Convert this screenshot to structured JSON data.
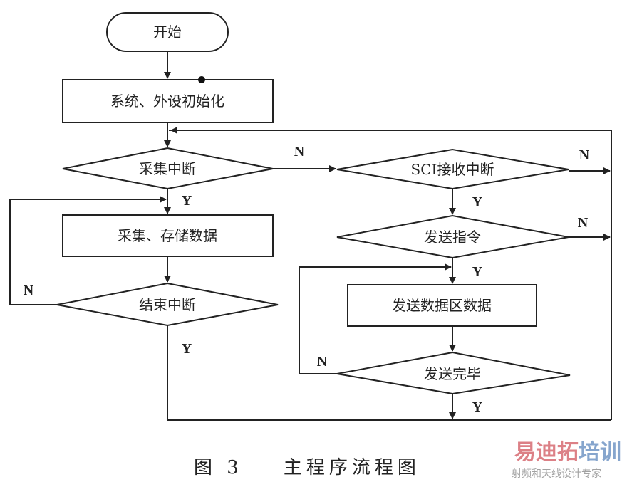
{
  "nodes": {
    "start": "开始",
    "init": "系统、外设初始化",
    "collect_interrupt": "采集中断",
    "collect_store": "采集、存储数据",
    "end_interrupt": "结束中断",
    "sci_interrupt": "SCI接收中断",
    "send_command": "发送指令",
    "send_buffer": "发送数据区数据",
    "send_done": "发送完毕"
  },
  "branch_labels": {
    "yes": "Y",
    "no": "N"
  },
  "caption": "图 3    主程序流程图",
  "watermark": {
    "brand_red": "易迪拓",
    "brand_blue": "培训",
    "tagline": "射频和天线设计专家"
  },
  "colors": {
    "line": "#222222",
    "watermark_red": "#d9737a",
    "watermark_blue": "#7a9cc8"
  }
}
